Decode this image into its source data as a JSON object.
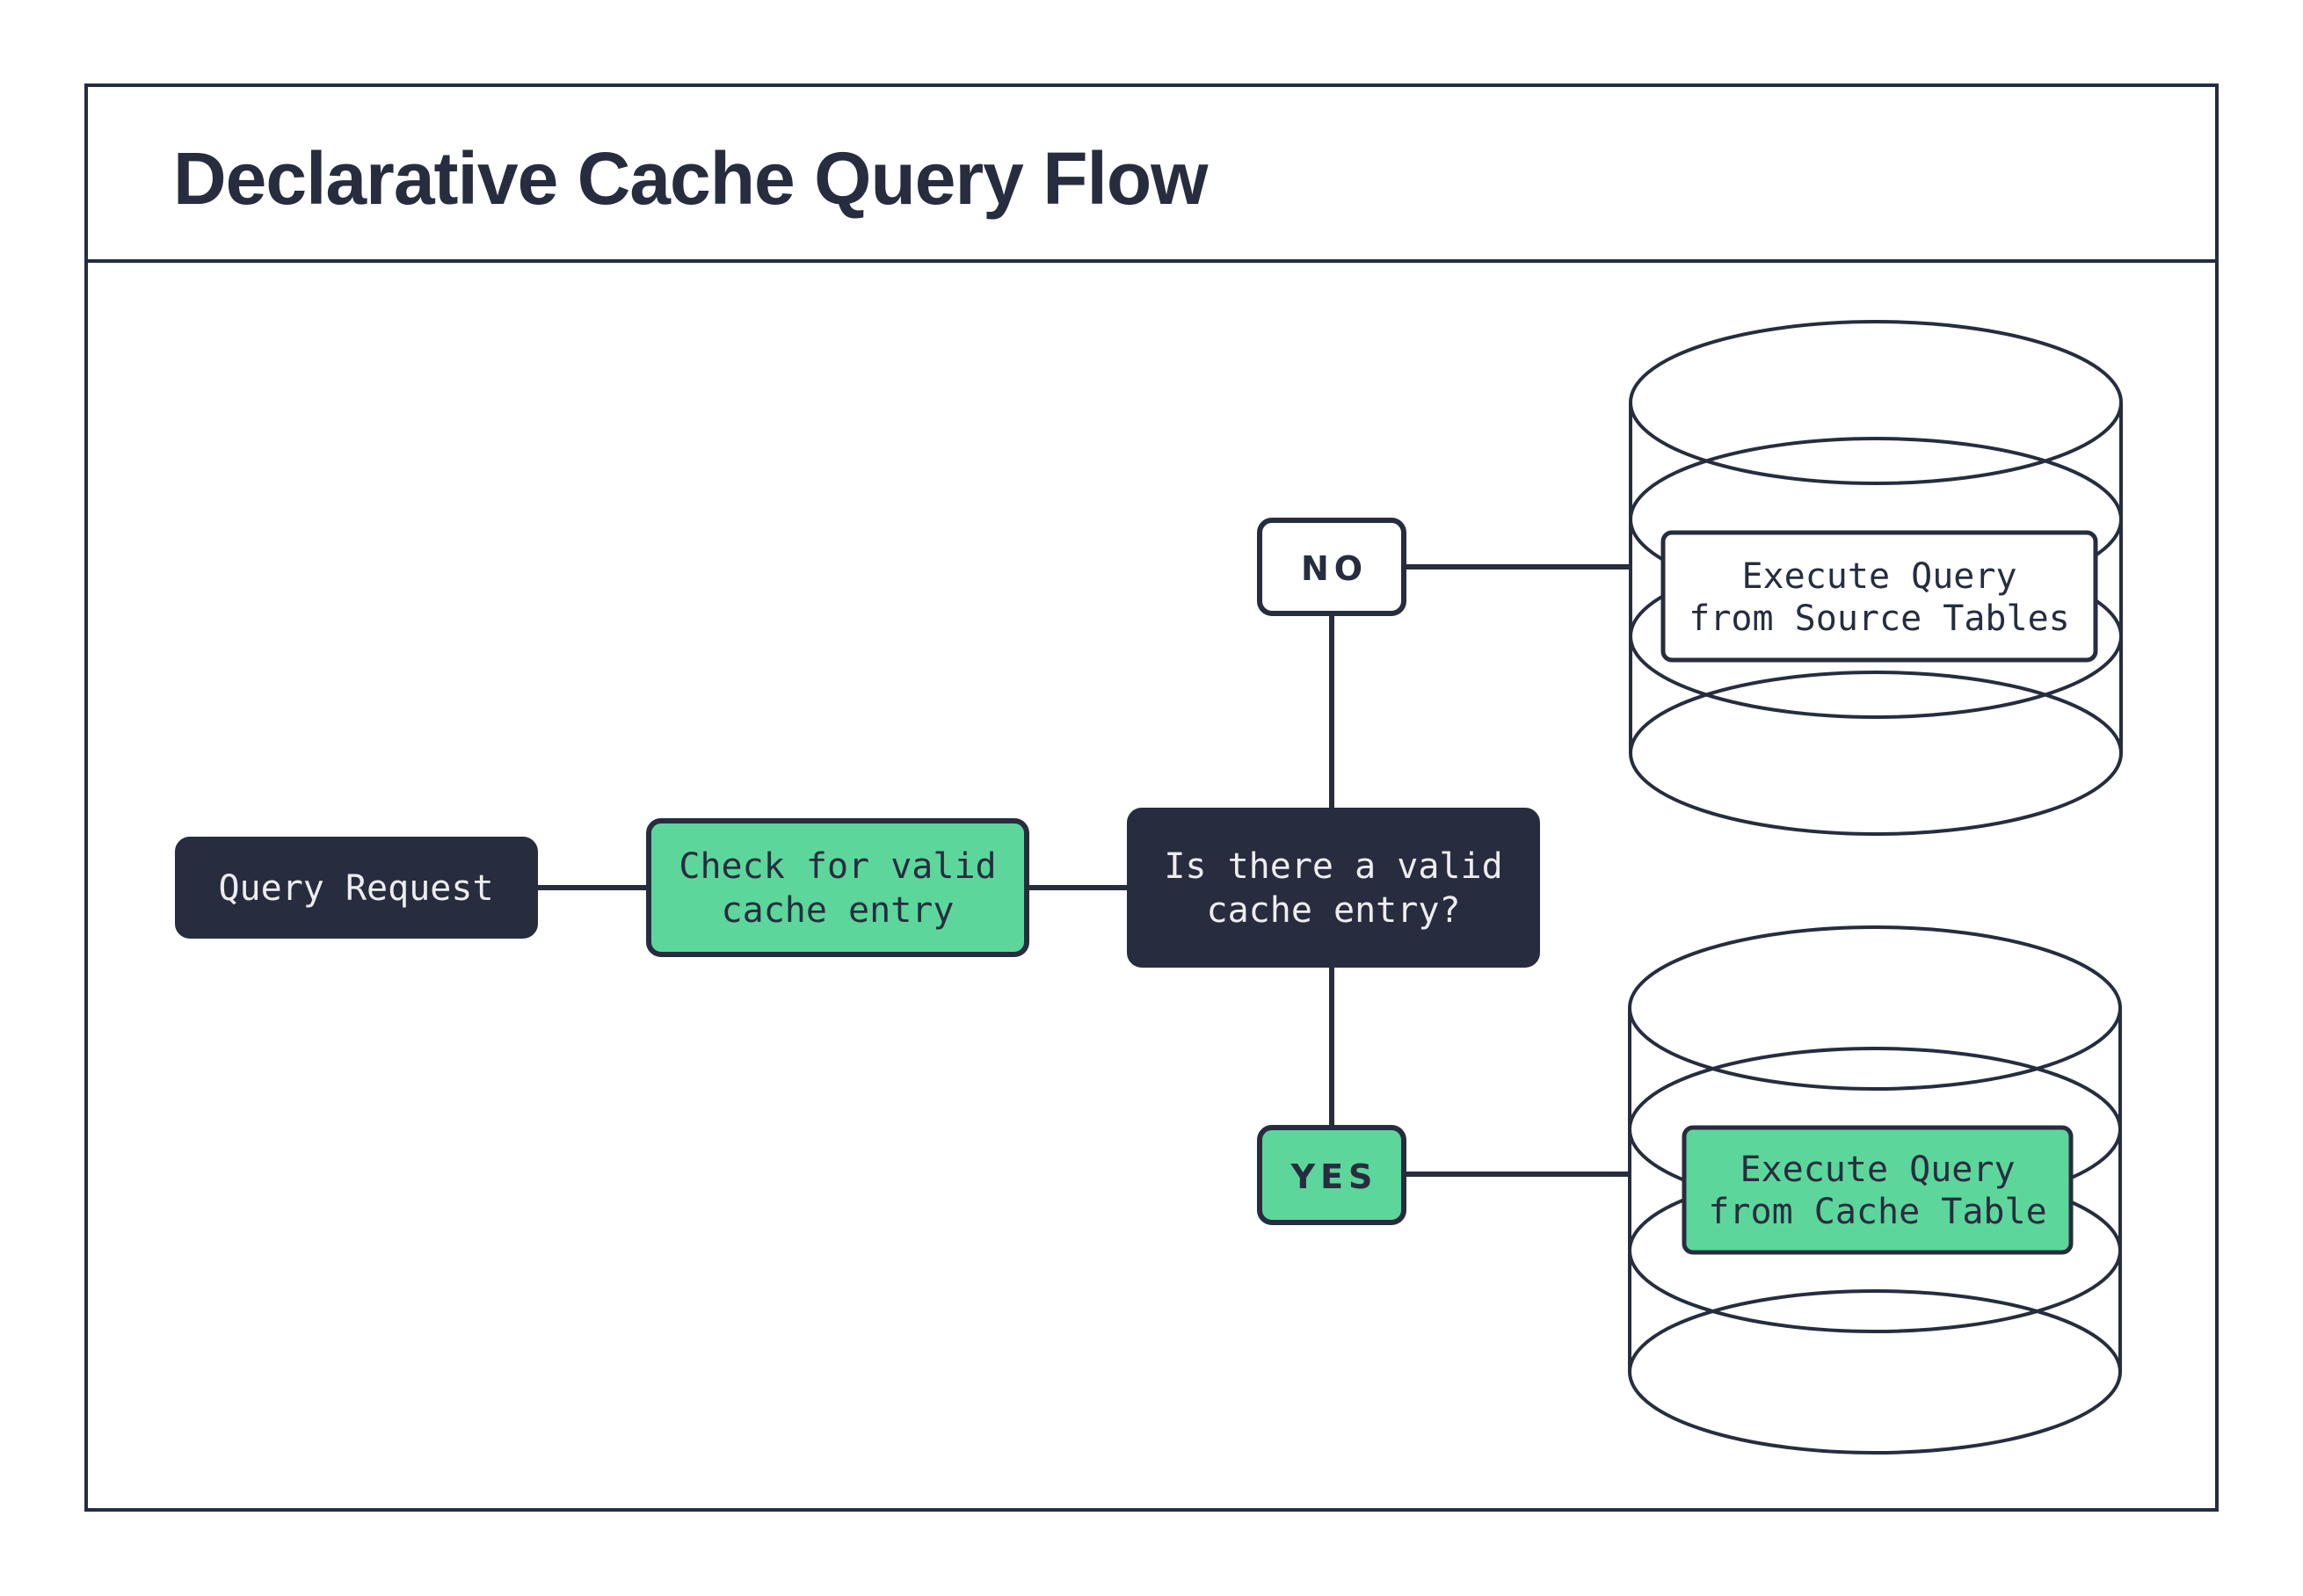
{
  "header": {
    "title": "Declarative Cache Query Flow"
  },
  "colors": {
    "navy": "#272d3f",
    "green": "#5dd69b",
    "text_light": "#ededf0",
    "surface": "#ffffff"
  },
  "nodes": {
    "query_request": {
      "label": "Query Request"
    },
    "check_cache": {
      "lines": [
        "Check for valid",
        "cache entry"
      ]
    },
    "decision": {
      "lines": [
        "Is there a valid",
        "cache entry?"
      ]
    },
    "no_branch": {
      "label": "NO"
    },
    "yes_branch": {
      "label": "YES"
    },
    "source_db": {
      "lines": [
        "Execute Query",
        "from Source Tables"
      ]
    },
    "cache_db": {
      "lines": [
        "Execute Query",
        "from Cache Table"
      ]
    }
  }
}
